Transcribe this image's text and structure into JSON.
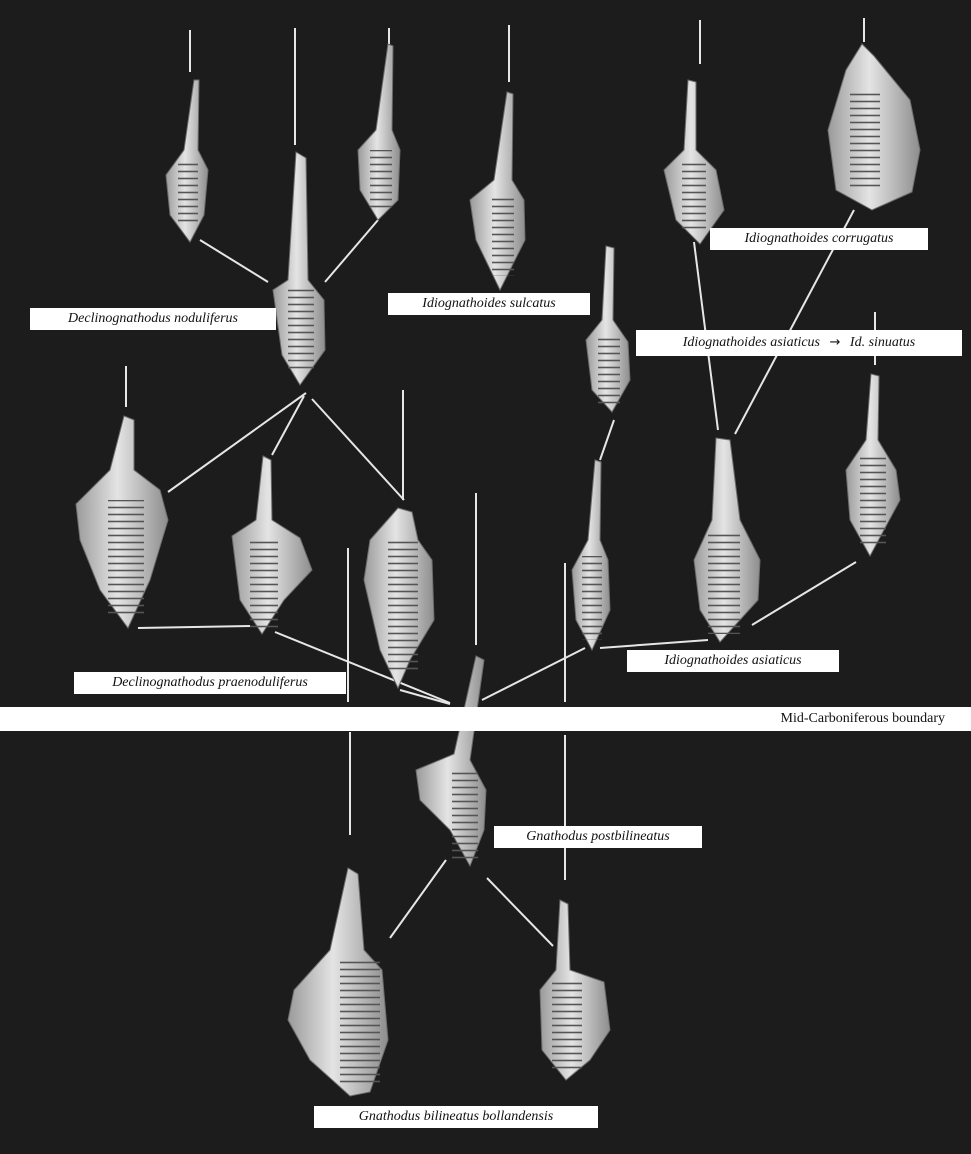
{
  "labels": {
    "d_noduliferus": "Declinognathodus noduliferus",
    "i_sulcatus": "Idiognathoides sulcatus",
    "i_corrugatus": "Idiognathoides corrugatus",
    "i_asiaticus_sinuatus": "Idiognathoides asiaticus",
    "arrow": "→",
    "id_sinuatus": "Id. sinuatus",
    "d_praenoduliferus": "Declinognathodus praenoduliferus",
    "i_asiaticus": "Idiognathoides asiaticus",
    "g_postbilineatus": "Gnathodus postbilineatus",
    "g_bollandensis": "Gnathodus bilineatus bollandensis"
  },
  "boundary": "Mid-Carboniferous boundary",
  "colors": {
    "background": "#1c1c1c",
    "specimen_fill": "#cfcfcf",
    "specimen_shade": "#8a8a8a",
    "lines": "#e6e6e6",
    "label_bg": "#ffffff"
  }
}
